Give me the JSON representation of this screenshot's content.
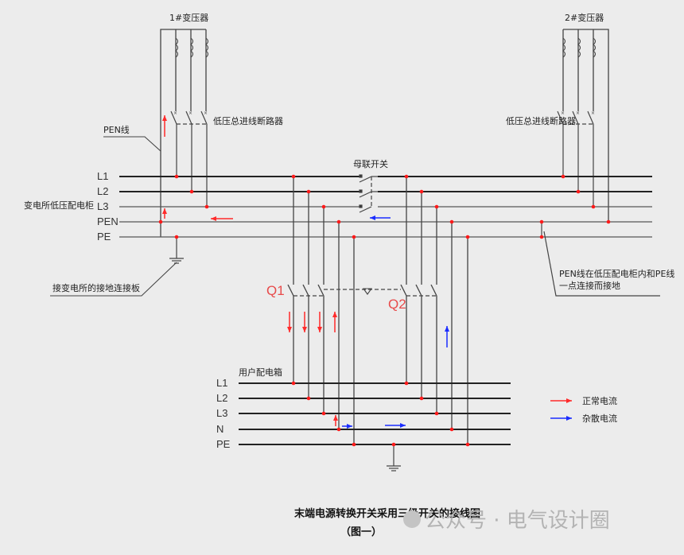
{
  "diagram": {
    "transformer_1_label": "1#变压器",
    "transformer_2_label": "2#变压器",
    "breaker_label_left": "低压总进线断路器",
    "breaker_label_right": "低压总进线断路器",
    "pen_wire_label": "PEN线",
    "substation_panel_label": "变电所低压配电柜",
    "grounding_bar_label": "接变电所的接地连接板",
    "bus_tie_label": "母联开关",
    "pen_pe_note_line1": "PEN线在低压配电柜内和PE线",
    "pen_pe_note_line2": "一点连接而接地",
    "main_bus_labels": [
      "L1",
      "L2",
      "L3",
      "PEN",
      "PE"
    ],
    "user_box_label": "用户配电箱",
    "user_bus_labels": [
      "L1",
      "L2",
      "L3",
      "N",
      "PE"
    ],
    "switch_q1_label": "Q1",
    "switch_q2_label": "Q2",
    "legend": [
      {
        "label": "正常电流",
        "color": "#ff2a2a"
      },
      {
        "label": "杂散电流",
        "color": "#1a2cff"
      }
    ],
    "caption_title": "末端电源转换开关采用三级开关的接线图",
    "caption_sub": "（图一）",
    "watermark": "公众号 · 电气设计圈"
  },
  "colors": {
    "wire": "#444444",
    "bus_heavy": "#222222",
    "junction": "#ff1a1a",
    "normal_current": "#ff2a2a",
    "stray_current": "#1a2cff",
    "switch_label": "#e84a4a"
  }
}
